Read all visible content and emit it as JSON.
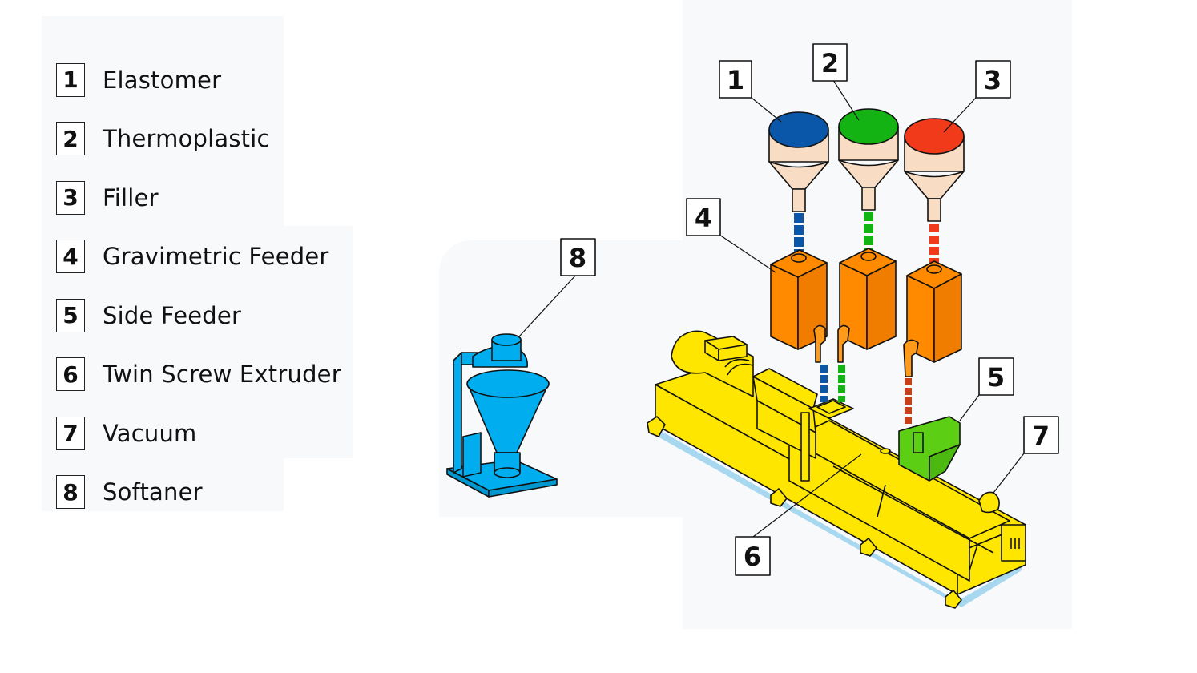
{
  "legend": {
    "items": [
      {
        "number": "1",
        "label": "Elastomer"
      },
      {
        "number": "2",
        "label": "Thermoplastic"
      },
      {
        "number": "3",
        "label": "Filler"
      },
      {
        "number": "4",
        "label": "Gravimetric Feeder"
      },
      {
        "number": "5",
        "label": "Side Feeder"
      },
      {
        "number": "6",
        "label": "Twin Screw Extruder"
      },
      {
        "number": "7",
        "label": "Vacuum"
      },
      {
        "number": "8",
        "label": "Softaner"
      }
    ]
  },
  "callouts": {
    "c1": "1",
    "c2": "2",
    "c3": "3",
    "c4": "4",
    "c5": "5",
    "c6": "6",
    "c7": "7",
    "c8": "8"
  },
  "colors": {
    "elastomer": "#0a56a8",
    "thermoplastic": "#12b312",
    "filler": "#f03a1a",
    "hopper_body": "#f8dcc4",
    "feeder": "#ff8a00",
    "extruder": "#ffe600",
    "side_feeder": "#5ccf14",
    "softener": "#00aeef",
    "shadow": "#a8d8f0"
  }
}
